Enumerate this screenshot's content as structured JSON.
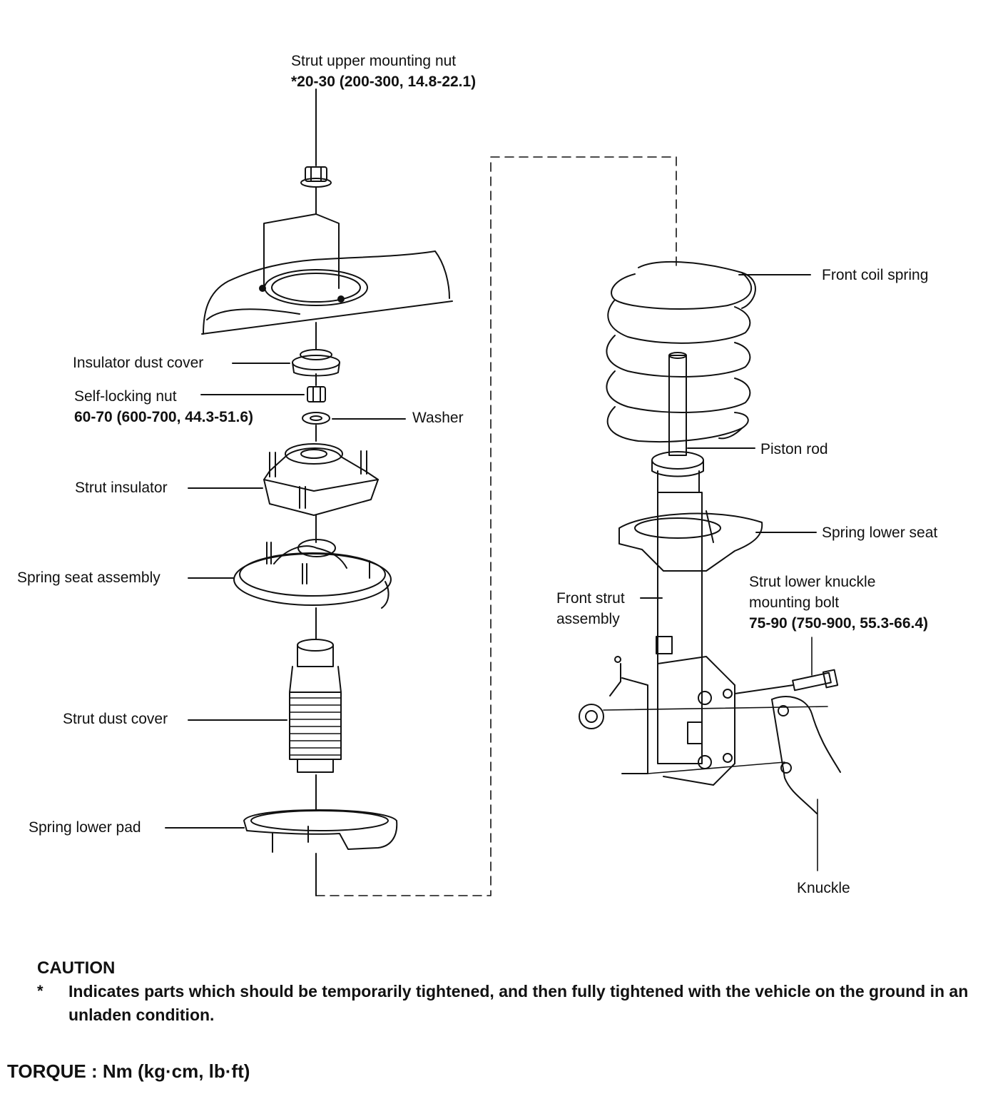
{
  "labels": {
    "upper_nut": "Strut upper mounting nut",
    "upper_nut_torque": "*20-30 (200-300, 14.8-22.1)",
    "insulator_dust_cover": "Insulator dust cover",
    "self_locking_nut": "Self-locking nut",
    "self_locking_nut_torque": "60-70 (600-700, 44.3-51.6)",
    "washer": "Washer",
    "strut_insulator": "Strut insulator",
    "spring_seat_assembly": "Spring seat assembly",
    "strut_dust_cover": "Strut dust cover",
    "spring_lower_pad": "Spring lower pad",
    "front_coil_spring": "Front coil spring",
    "piston_rod": "Piston rod",
    "spring_lower_seat": "Spring lower seat",
    "front_strut_line1": "Front strut",
    "front_strut_line2": "assembly",
    "knuckle_bolt_line1": "Strut lower knuckle",
    "knuckle_bolt_line2": "mounting bolt",
    "knuckle_bolt_torque": "75-90 (750-900, 55.3-66.4)",
    "knuckle": "Knuckle"
  },
  "caution": {
    "heading": "CAUTION",
    "marker": "*",
    "text": "Indicates parts which should be temporarily tightened, and then fully tightened with the vehicle on the ground in an unladen condition."
  },
  "torque_units": "TORQUE : Nm (kg·cm, lb·ft)"
}
